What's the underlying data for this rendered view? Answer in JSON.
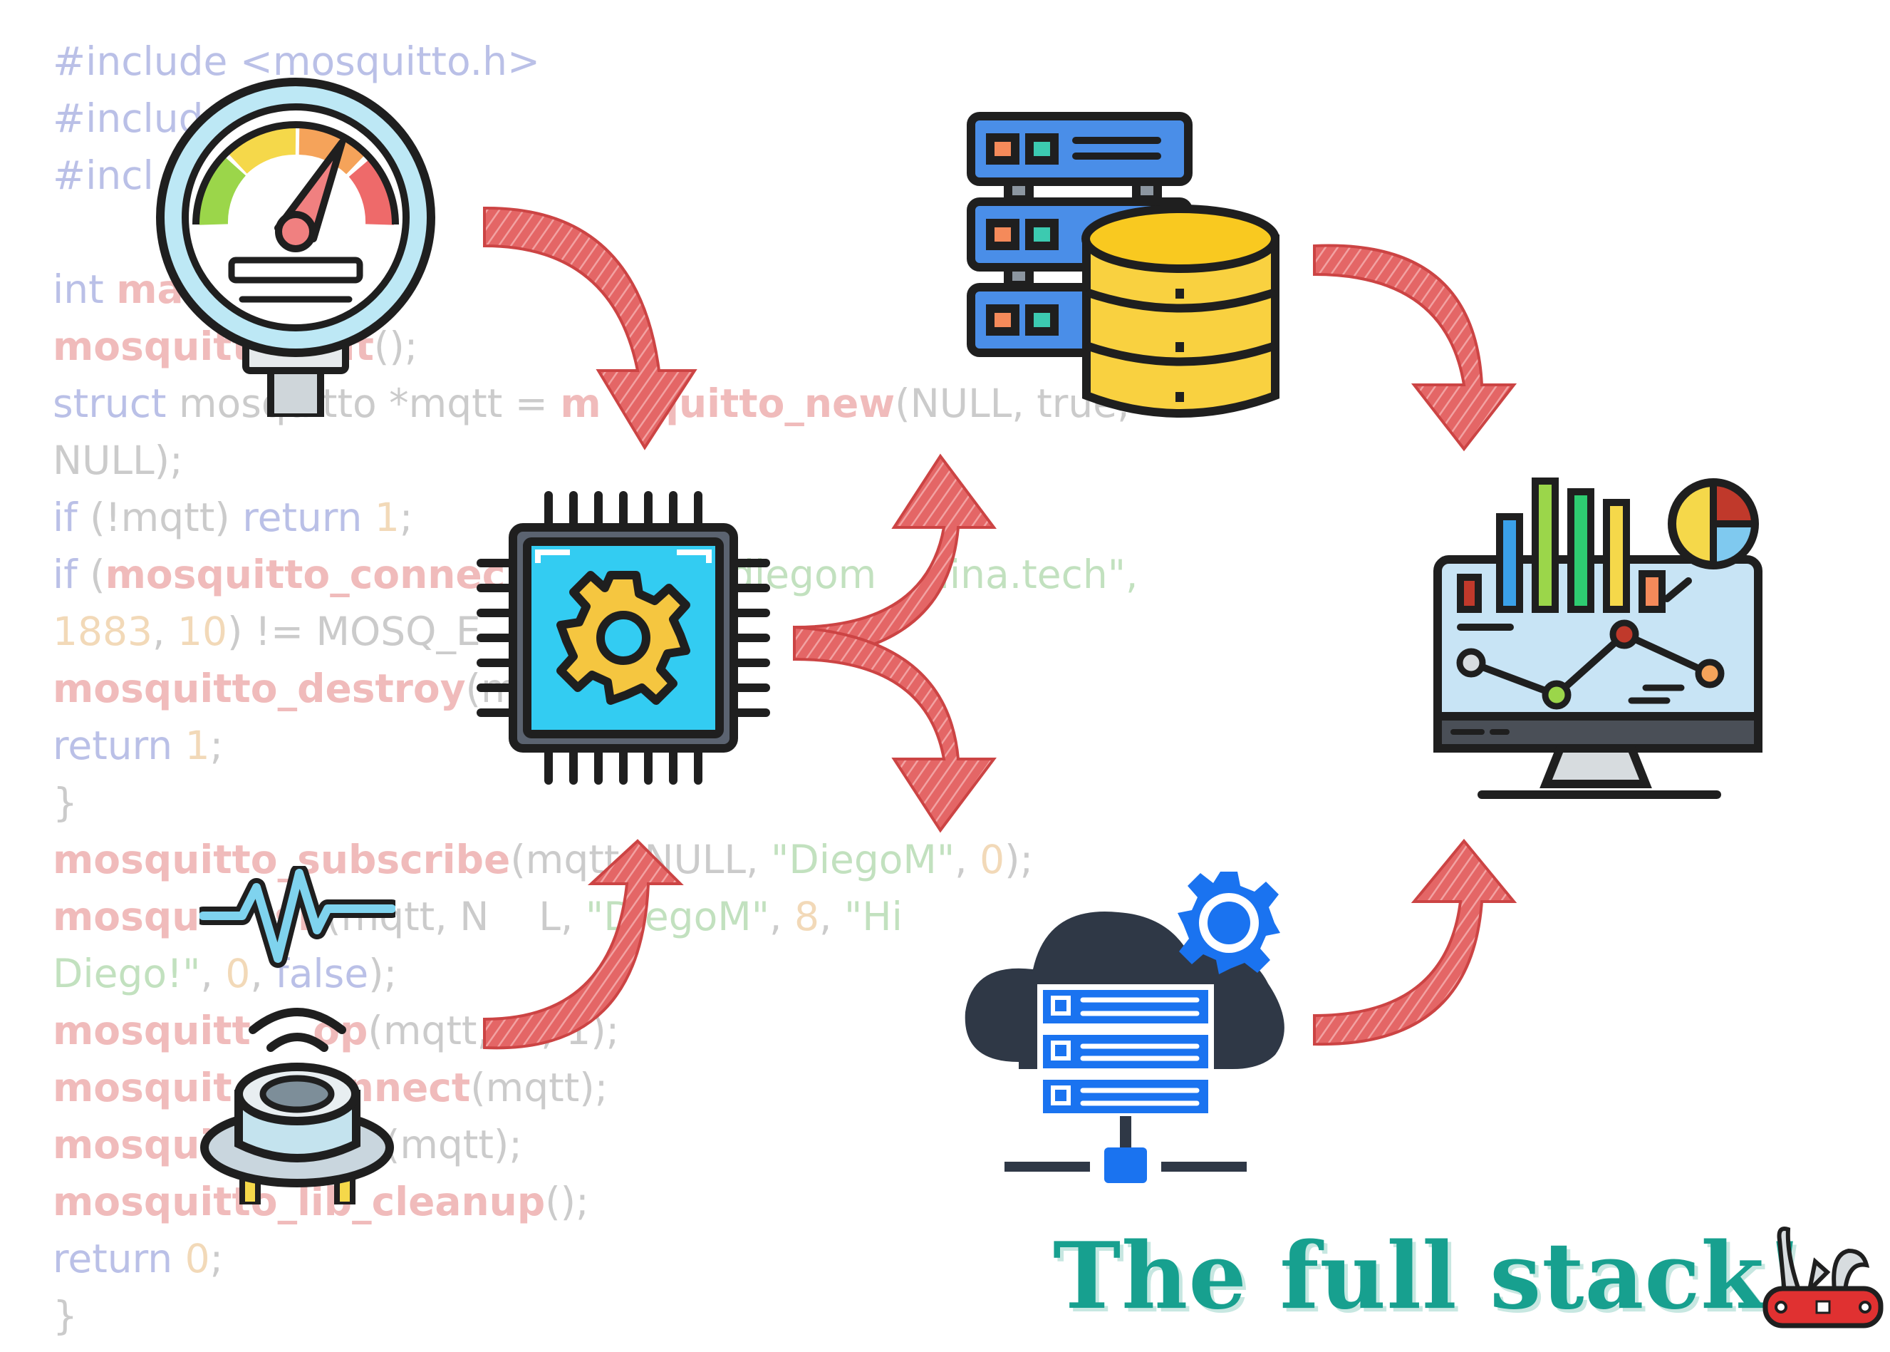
{
  "code_lines": [
    [
      [
        "#include <mosquitto.h>",
        "kw"
      ]
    ],
    [
      [
        "#includ",
        "kw"
      ],
      [
        " ",
        "pl"
      ]
    ],
    [
      [
        "#incl",
        "kw"
      ]
    ],
    [
      [
        "",
        "pl"
      ]
    ],
    [
      [
        "int ",
        "kw"
      ],
      [
        "ma",
        "fn"
      ]
    ],
    [
      [
        "mosquitt",
        "fn"
      ],
      [
        "    ",
        "pl"
      ],
      [
        "init",
        "fn"
      ],
      [
        "();",
        "pl"
      ]
    ],
    [
      [
        "struct ",
        "kw"
      ],
      [
        "mosquitto *mqtt = ",
        "pl"
      ],
      [
        "m",
        "fn"
      ],
      [
        "    ",
        "pl"
      ],
      [
        "quitto_new",
        "fn"
      ],
      [
        "(NULL, true,",
        "pl"
      ]
    ],
    [
      [
        "NULL);",
        "pl"
      ]
    ],
    [
      [
        "if ",
        "kw"
      ],
      [
        "(!mqtt) ",
        "pl"
      ],
      [
        "return ",
        "kw"
      ],
      [
        "1",
        "num"
      ],
      [
        ";",
        "pl"
      ]
    ],
    [
      [
        "if ",
        "kw"
      ],
      [
        "(",
        "pl"
      ],
      [
        "mosquitto_connec",
        "fn"
      ],
      [
        "                  ",
        "pl"
      ],
      [
        "diegom",
        "str"
      ],
      [
        "     ",
        "pl"
      ],
      [
        "lina.tech\",",
        "str"
      ]
    ],
    [
      [
        "1883",
        "num"
      ],
      [
        ", ",
        "pl"
      ],
      [
        "10",
        "num"
      ],
      [
        ") != MOSQ_E",
        "pl"
      ]
    ],
    [
      [
        "mosquitto_destroy",
        "fn"
      ],
      [
        "(m",
        "pl"
      ]
    ],
    [
      [
        "return ",
        "kw"
      ],
      [
        "1",
        "num"
      ],
      [
        ";",
        "pl"
      ]
    ],
    [
      [
        "}",
        "pl"
      ]
    ],
    [
      [
        "mosquitto_subscribe",
        "fn"
      ],
      [
        "(mqtt, ",
        "pl"
      ],
      [
        "NULL, ",
        "pl"
      ],
      [
        "\"DiegoM\"",
        "str"
      ],
      [
        ", ",
        "pl"
      ],
      [
        "0",
        "num"
      ],
      [
        ");",
        "pl"
      ]
    ],
    [
      [
        "mosqu",
        "fn"
      ],
      [
        "      ",
        "pl"
      ],
      [
        "sh",
        "fn"
      ],
      [
        "(mqtt, ",
        "pl"
      ],
      [
        "N    L, ",
        "pl"
      ],
      [
        "\"DiegoM\"",
        "str"
      ],
      [
        ", ",
        "pl"
      ],
      [
        "8",
        "num"
      ],
      [
        ", ",
        "pl"
      ],
      [
        "\"Hi",
        "str"
      ]
    ],
    [
      [
        "Diego!\"",
        "str"
      ],
      [
        ", ",
        "pl"
      ],
      [
        "0",
        "num"
      ],
      [
        ", ",
        "pl"
      ],
      [
        "false",
        "kw"
      ],
      [
        ");",
        "pl"
      ]
    ],
    [
      [
        "mosquitt",
        "fn"
      ],
      [
        "     ",
        "pl"
      ],
      [
        "op",
        "fn"
      ],
      [
        "(mqtt, -1, 1);",
        "pl"
      ]
    ],
    [
      [
        "mosquit",
        "fn"
      ],
      [
        "       ",
        "pl"
      ],
      [
        "onnect",
        "fn"
      ],
      [
        "(mqtt);",
        "pl"
      ]
    ],
    [
      [
        "mosqui",
        "fn"
      ],
      [
        "        ",
        "pl"
      ],
      [
        "roy",
        "fn"
      ],
      [
        "(mqtt);",
        "pl"
      ]
    ],
    [
      [
        "mosquitto_lib_cleanup",
        "fn"
      ],
      [
        "();",
        "pl"
      ]
    ],
    [
      [
        "return ",
        "kw"
      ],
      [
        "0",
        "num"
      ],
      [
        ";",
        "pl"
      ]
    ],
    [
      [
        "}",
        "pl"
      ]
    ]
  ],
  "title": "The full stack!",
  "icons": {
    "pressure_gauge": "gauge-icon",
    "motion_sensor": "sensor-icon",
    "microcontroller": "cpu-chip-icon",
    "database_server": "database-server-icon",
    "cloud_server": "cloud-server-icon",
    "dashboard": "dashboard-monitor-icon",
    "multitool": "multitool-icon"
  },
  "colors": {
    "arrow_fill": "#e05c5c",
    "title": "#17a08f",
    "outline": "#1f1f1f"
  }
}
